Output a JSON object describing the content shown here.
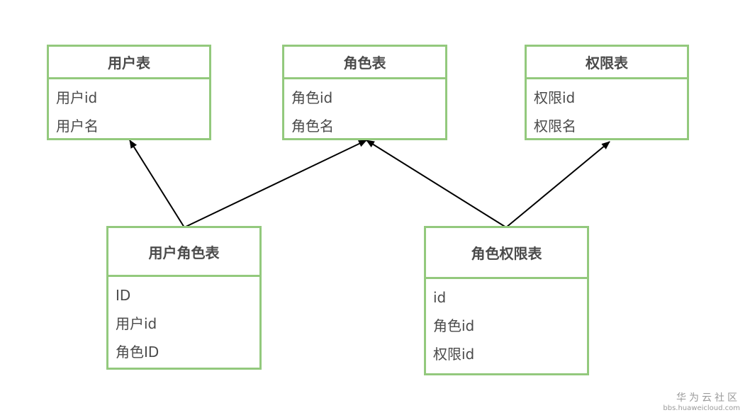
{
  "entities": {
    "user": {
      "title": "用户表",
      "fields": [
        "用户id",
        "用户名"
      ]
    },
    "role": {
      "title": "角色表",
      "fields": [
        "角色id",
        "角色名"
      ]
    },
    "permission": {
      "title": "权限表",
      "fields": [
        "权限id",
        "权限名"
      ]
    },
    "user_role": {
      "title": "用户角色表",
      "fields": [
        "ID",
        "用户id",
        "角色ID"
      ]
    },
    "role_permission": {
      "title": "角色权限表",
      "fields": [
        "id",
        "角色id",
        "权限id"
      ]
    }
  },
  "relations": [
    {
      "from": "用户角色表",
      "to": "用户表"
    },
    {
      "from": "用户角色表",
      "to": "角色表"
    },
    {
      "from": "角色权限表",
      "to": "角色表"
    },
    {
      "from": "角色权限表",
      "to": "权限表"
    }
  ],
  "colors": {
    "border": "#93c97d",
    "text": "#4a4a4a",
    "arrow": "#000000"
  },
  "watermark": {
    "title": "华为云社区",
    "url": "bbs.huaweicloud.com"
  }
}
